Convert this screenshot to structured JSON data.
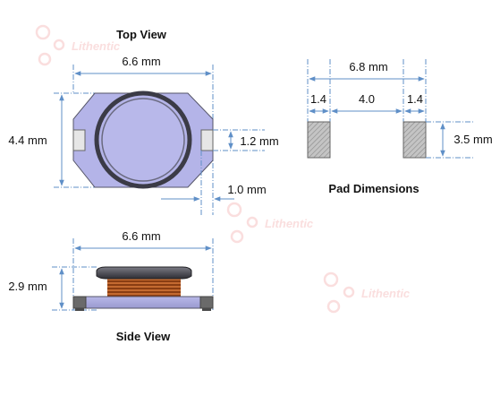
{
  "top_view": {
    "title": "Top View",
    "width_label": "6.6 mm",
    "height_label": "4.4 mm",
    "terminal_height_label": "1.2 mm",
    "terminal_width_label": "1.0 mm"
  },
  "side_view": {
    "title": "Side View",
    "width_label": "6.6 mm",
    "height_label": "2.9 mm"
  },
  "pad_dimensions": {
    "title": "Pad Dimensions",
    "overall_label": "6.8 mm",
    "left_pad_label": "1.4",
    "gap_label": "4.0",
    "right_pad_label": "1.4",
    "pad_height_label": "3.5 mm"
  },
  "watermark": {
    "text": "Lithentic"
  },
  "colors": {
    "dimension_line": "#5f8fc7",
    "body_fill": "#b4b4e8",
    "ring": "#3b3b46",
    "pad_fill": "#c0c0c0",
    "winding": "#b55a1e",
    "watermark": "#f7c9c9"
  }
}
